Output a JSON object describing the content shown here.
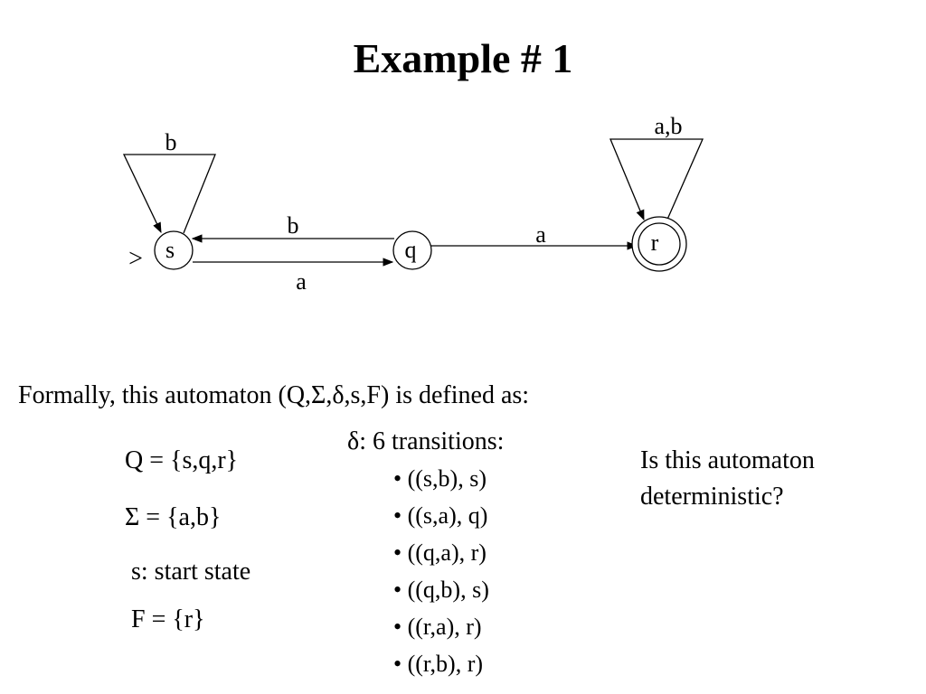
{
  "title": "Example # 1",
  "diagram": {
    "states": [
      {
        "id": "s",
        "label": "s",
        "start": true,
        "accepting": false
      },
      {
        "id": "q",
        "label": "q",
        "start": false,
        "accepting": false
      },
      {
        "id": "r",
        "label": "r",
        "start": false,
        "accepting": true
      }
    ],
    "start_marker": ">",
    "edges": [
      {
        "from": "s",
        "to": "s",
        "label": "b"
      },
      {
        "from": "q",
        "to": "s",
        "label": "b"
      },
      {
        "from": "s",
        "to": "q",
        "label": "a"
      },
      {
        "from": "q",
        "to": "r",
        "label": "a"
      },
      {
        "from": "r",
        "to": "r",
        "label": "a,b"
      }
    ]
  },
  "formal": {
    "intro": "Formally, this automaton (Q,Σ,δ,s,F) is defined as:",
    "Q": "Q = {s,q,r}",
    "Sigma": "Σ = {a,b}",
    "start": "s: start state",
    "F": "F = {r}",
    "delta_header": "δ: 6 transitions:",
    "transitions": [
      "• ((s,b), s)",
      "• ((s,a), q)",
      "• ((q,a), r)",
      "• ((q,b), s)",
      "• ((r,a), r)",
      "• ((r,b), r)"
    ]
  },
  "question": {
    "line1": "Is this automaton",
    "line2": "deterministic?"
  }
}
